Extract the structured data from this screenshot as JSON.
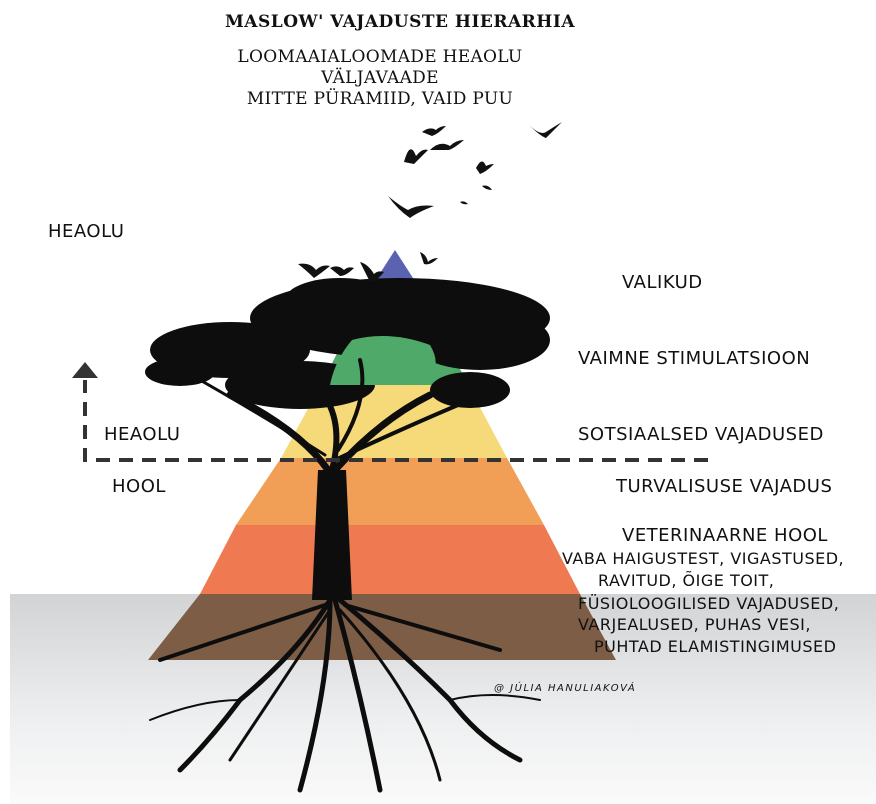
{
  "title": "MASLOW' VAJADUSTE HIERARHIA",
  "subtitle_lines": [
    "LOOMAAIALOOMADE HEAOLU",
    "VÄLJAVAADE",
    "MITTE PÜRAMIID, VAID PUU"
  ],
  "left_labels": {
    "top": "HEAOLU",
    "middle": "HEAOLU",
    "bottom": "HOOL"
  },
  "levels": [
    {
      "label": "VALIKUD",
      "color": "#5b63b0"
    },
    {
      "label": "VAIMNE  STIMULATSIOON",
      "color": "#4faa6a"
    },
    {
      "label": "SOTSIAALSED VAJADUSED",
      "color": "#f6d978"
    },
    {
      "label": "TURVALISUSE VAJADUS",
      "color": "#f19e57"
    },
    {
      "label": "VETERINAARNE HOOL",
      "color": "#ef7a51"
    },
    {
      "label": "FÜSIOLOOGILISED VAJADUSED",
      "color": "#7d5d46"
    }
  ],
  "details": {
    "vet_line1": "VABA HAIGUSTEST, VIGASTUSED,",
    "vet_line2": "RAVITUD, ÕIGE TOIT,",
    "phys_line1": "FÜSIOLOOGILISED VAJADUSED,",
    "phys_line2": "VARJEALUSED, PUHAS VESI,",
    "phys_line3": "PUHTAD ELAMISTINGIMUSED"
  },
  "signature": "@ JÚLIA HANULIAKOVÁ"
}
